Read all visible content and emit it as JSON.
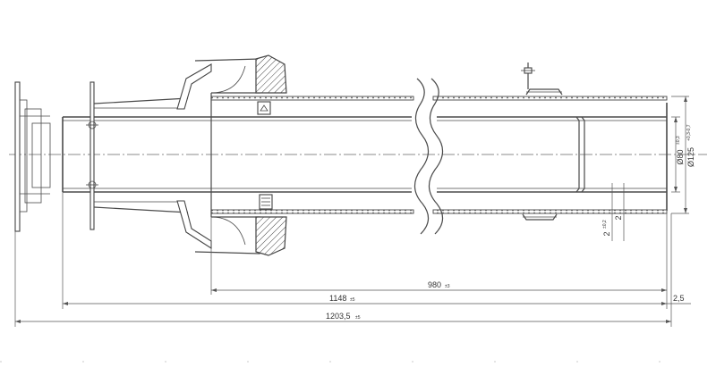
{
  "dimensions": {
    "d80": {
      "value": "Ø80",
      "tol": "±0,3"
    },
    "d125": {
      "value": "Ø125",
      "tol": "+0,3-0,7"
    },
    "len980": {
      "value": "980",
      "tol": "±3"
    },
    "len1148": {
      "value": "1148",
      "tol": "±5"
    },
    "len1203": {
      "value": "1203,5",
      "tol": "±5"
    },
    "gap25": {
      "value": "2,5"
    },
    "gap2a": {
      "value": "2",
      "tol": "±0,2"
    },
    "gap2b": {
      "value": "2"
    }
  }
}
